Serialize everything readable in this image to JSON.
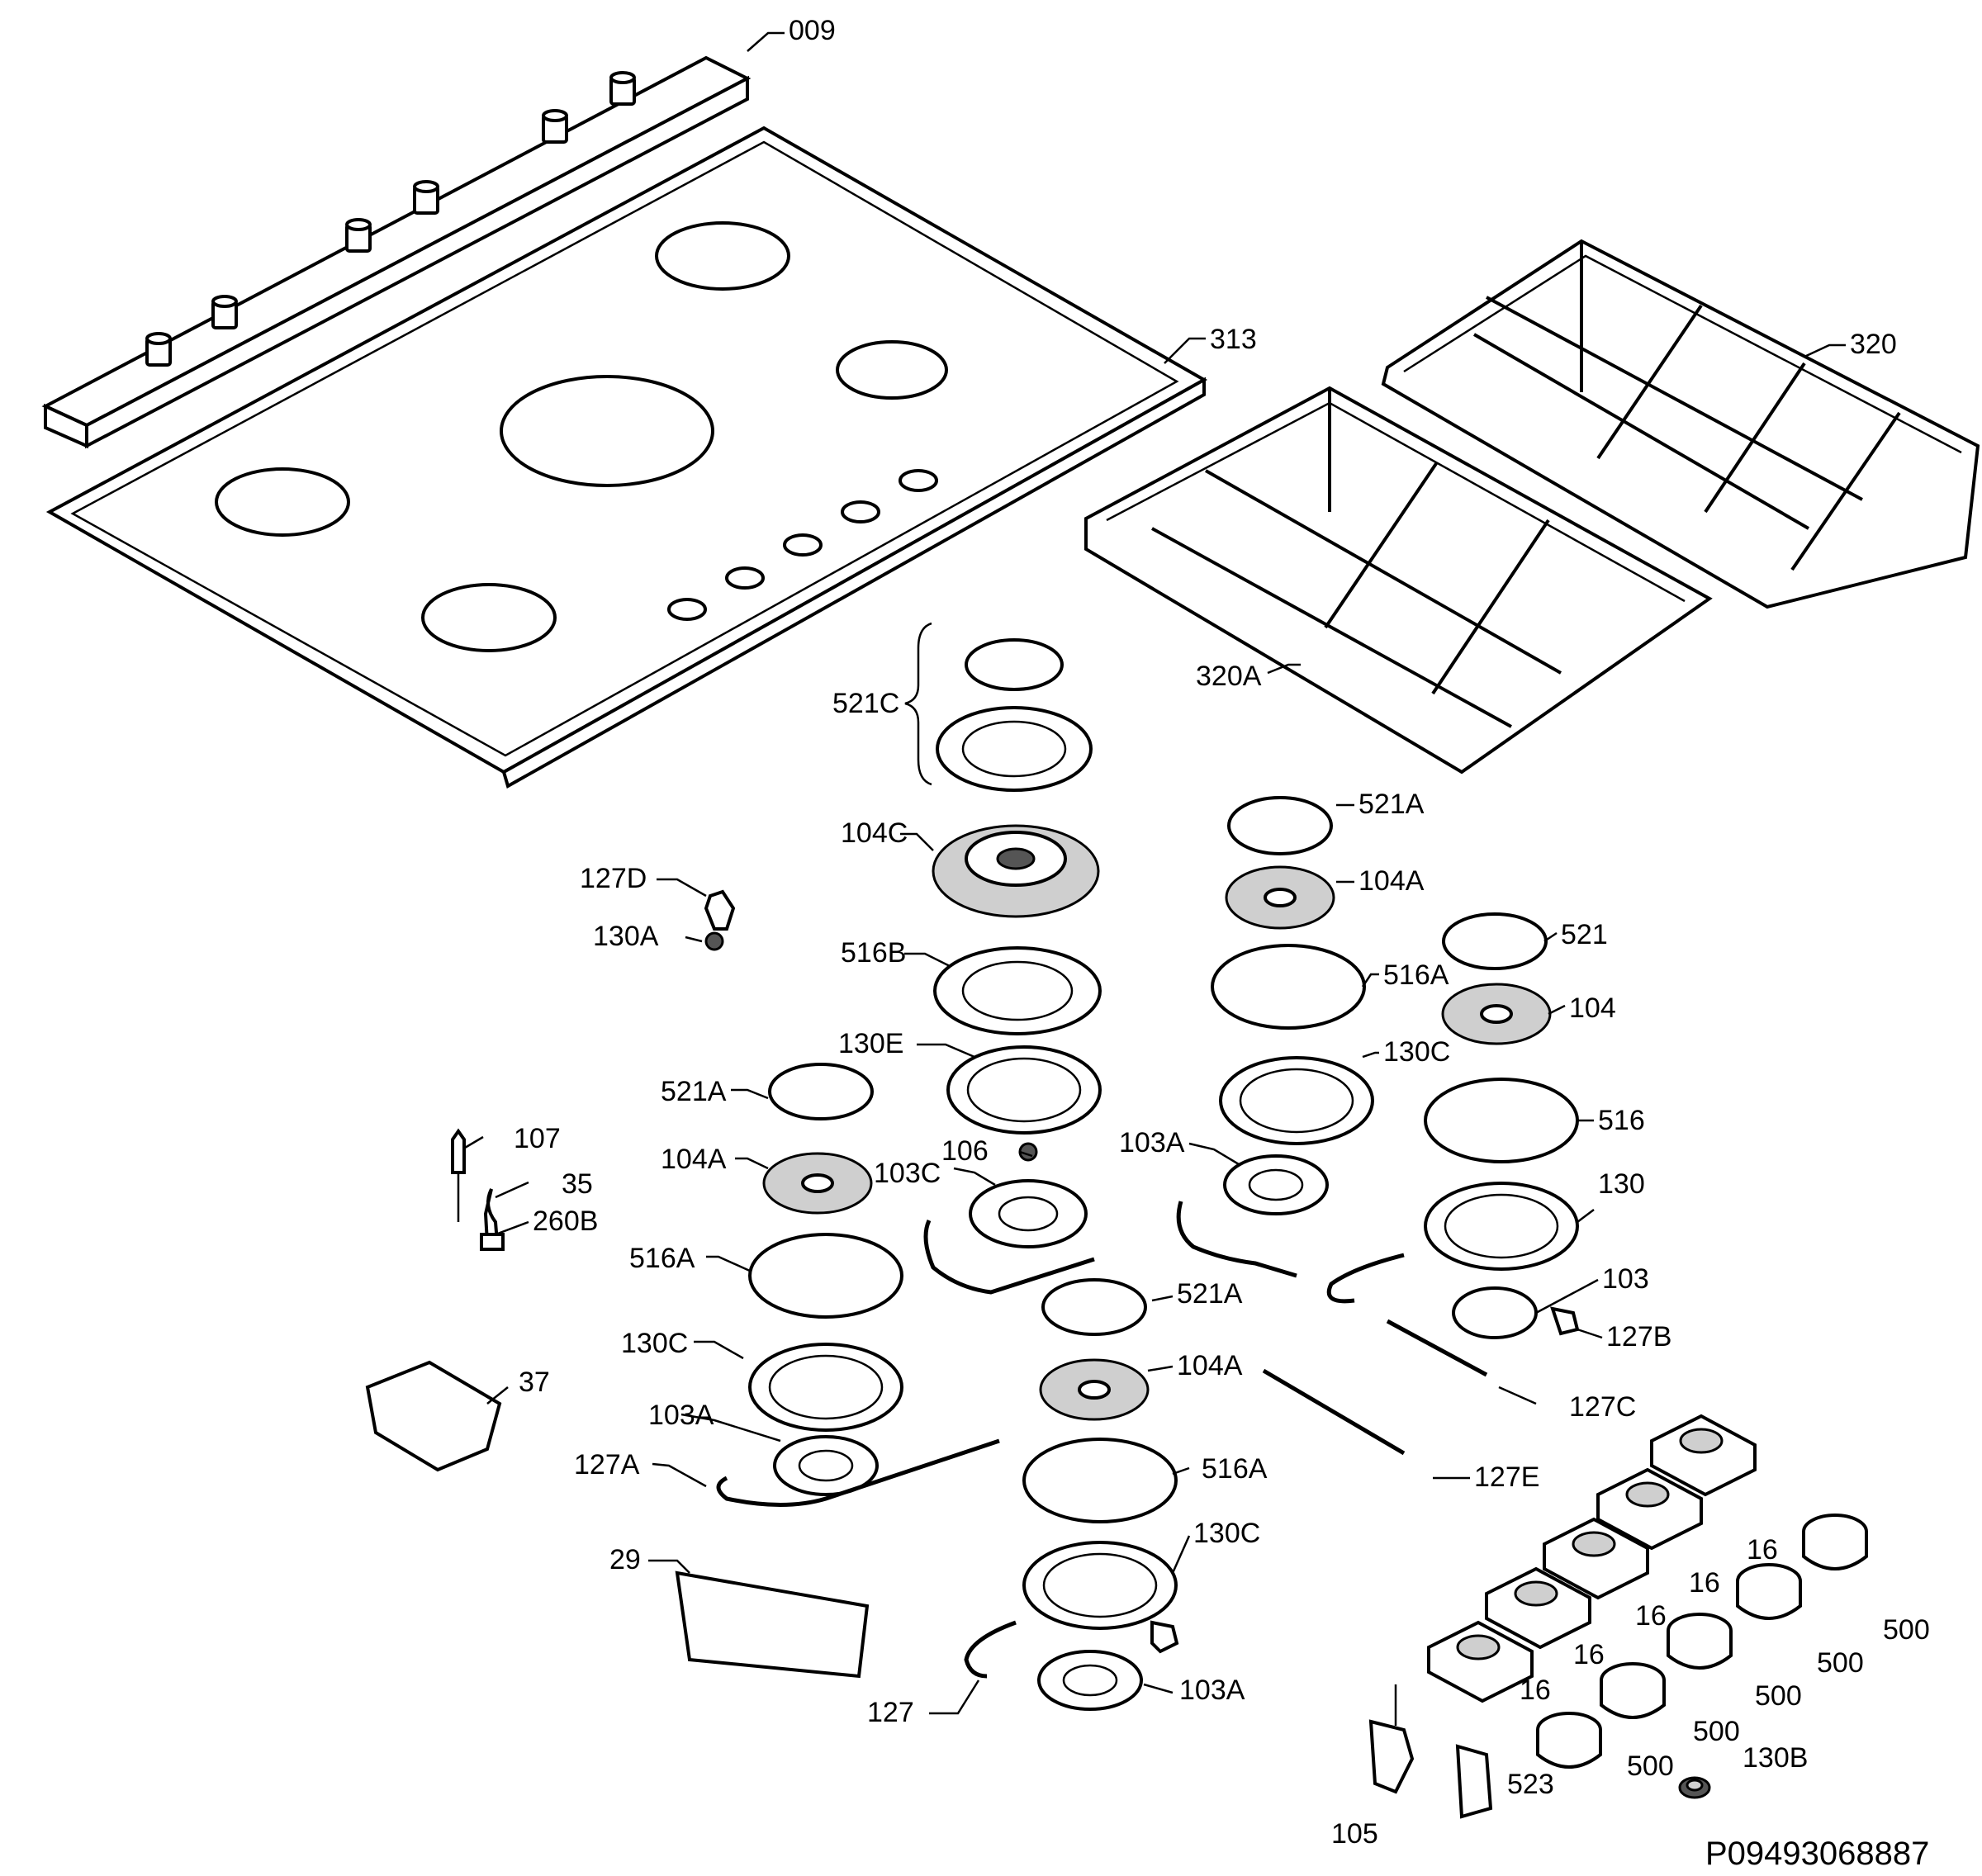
{
  "drawing_code": "P09493068887",
  "labels": {
    "l009": "009",
    "l313": "313",
    "l320": "320",
    "l320A": "320A",
    "l521C": "521C",
    "l104C": "104C",
    "l127D": "127D",
    "l130A_top": "130A",
    "l516B": "516B",
    "l130E": "130E",
    "l106": "106",
    "l103C": "103C",
    "l521A_right": "521A",
    "l104A_right": "104A",
    "l516A_right": "516A",
    "l130C_right": "130C",
    "l103A_right": "103A",
    "l521": "521",
    "l104": "104",
    "l516": "516",
    "l130": "130",
    "l103": "103",
    "l127B": "127B",
    "l127C": "127C",
    "l521A_left": "521A",
    "l104A_left": "104A",
    "l107": "107",
    "l35": "35",
    "l260B": "260B",
    "l516A_left": "516A",
    "l130C_left": "130C",
    "l37": "37",
    "l103A_left": "103A",
    "l127A": "127A",
    "l521A_mid": "521A",
    "l104A_mid": "104A",
    "l516A_mid": "516A",
    "l130C_mid": "130C",
    "l127E": "127E",
    "l29": "29",
    "l103A_mid": "103A",
    "l127": "127",
    "l16_a": "16",
    "l16_b": "16",
    "l16_c": "16",
    "l16_d": "16",
    "l16_e": "16",
    "l500_a": "500",
    "l500_b": "500",
    "l500_c": "500",
    "l500_d": "500",
    "l500_e": "500",
    "l130B": "130B",
    "l523": "523",
    "l105": "105"
  }
}
